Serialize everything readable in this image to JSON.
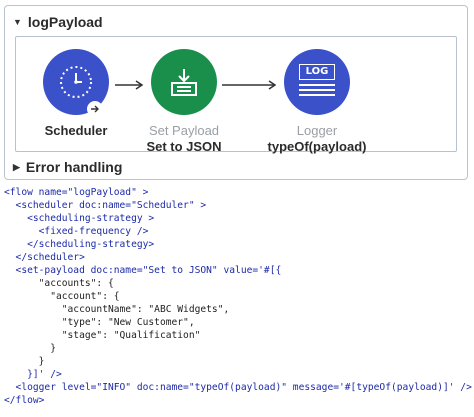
{
  "flow": {
    "name": "logPayload",
    "error_handling": "Error handling"
  },
  "nodes": [
    {
      "title": "Scheduler",
      "subtitle": "",
      "icon": "clock-icon",
      "color": "#3a51c9"
    },
    {
      "title": "Set Payload",
      "subtitle": "Set to JSON",
      "icon": "set-payload-icon",
      "color": "#1a8f4c"
    },
    {
      "title": "Logger",
      "subtitle": "typeOf(payload)",
      "icon": "log-icon",
      "color": "#3a51c9"
    }
  ],
  "logger_icon_text": "LOG",
  "code": {
    "l1": "<flow name=\"logPayload\" >",
    "l2": "  <scheduler doc:name=\"Scheduler\" >",
    "l3": "    <scheduling-strategy >",
    "l4": "      <fixed-frequency />",
    "l5": "    </scheduling-strategy>",
    "l6": "  </scheduler>",
    "l7": "  <set-payload doc:name=\"Set to JSON\" value='#[{",
    "l8": "      \"accounts\": {",
    "l9": "        \"account\": {",
    "l10": "          \"accountName\": \"ABC Widgets\",",
    "l11": "          \"type\": \"New Customer\",",
    "l12": "          \"stage\": \"Qualification\"",
    "l13": "        }",
    "l14": "      }",
    "l15": "    }]' />",
    "l16": "  <logger level=\"INFO\" doc:name=\"typeOf(payload)\" message='#[typeOf(payload)]' />",
    "l17": "</flow>"
  }
}
